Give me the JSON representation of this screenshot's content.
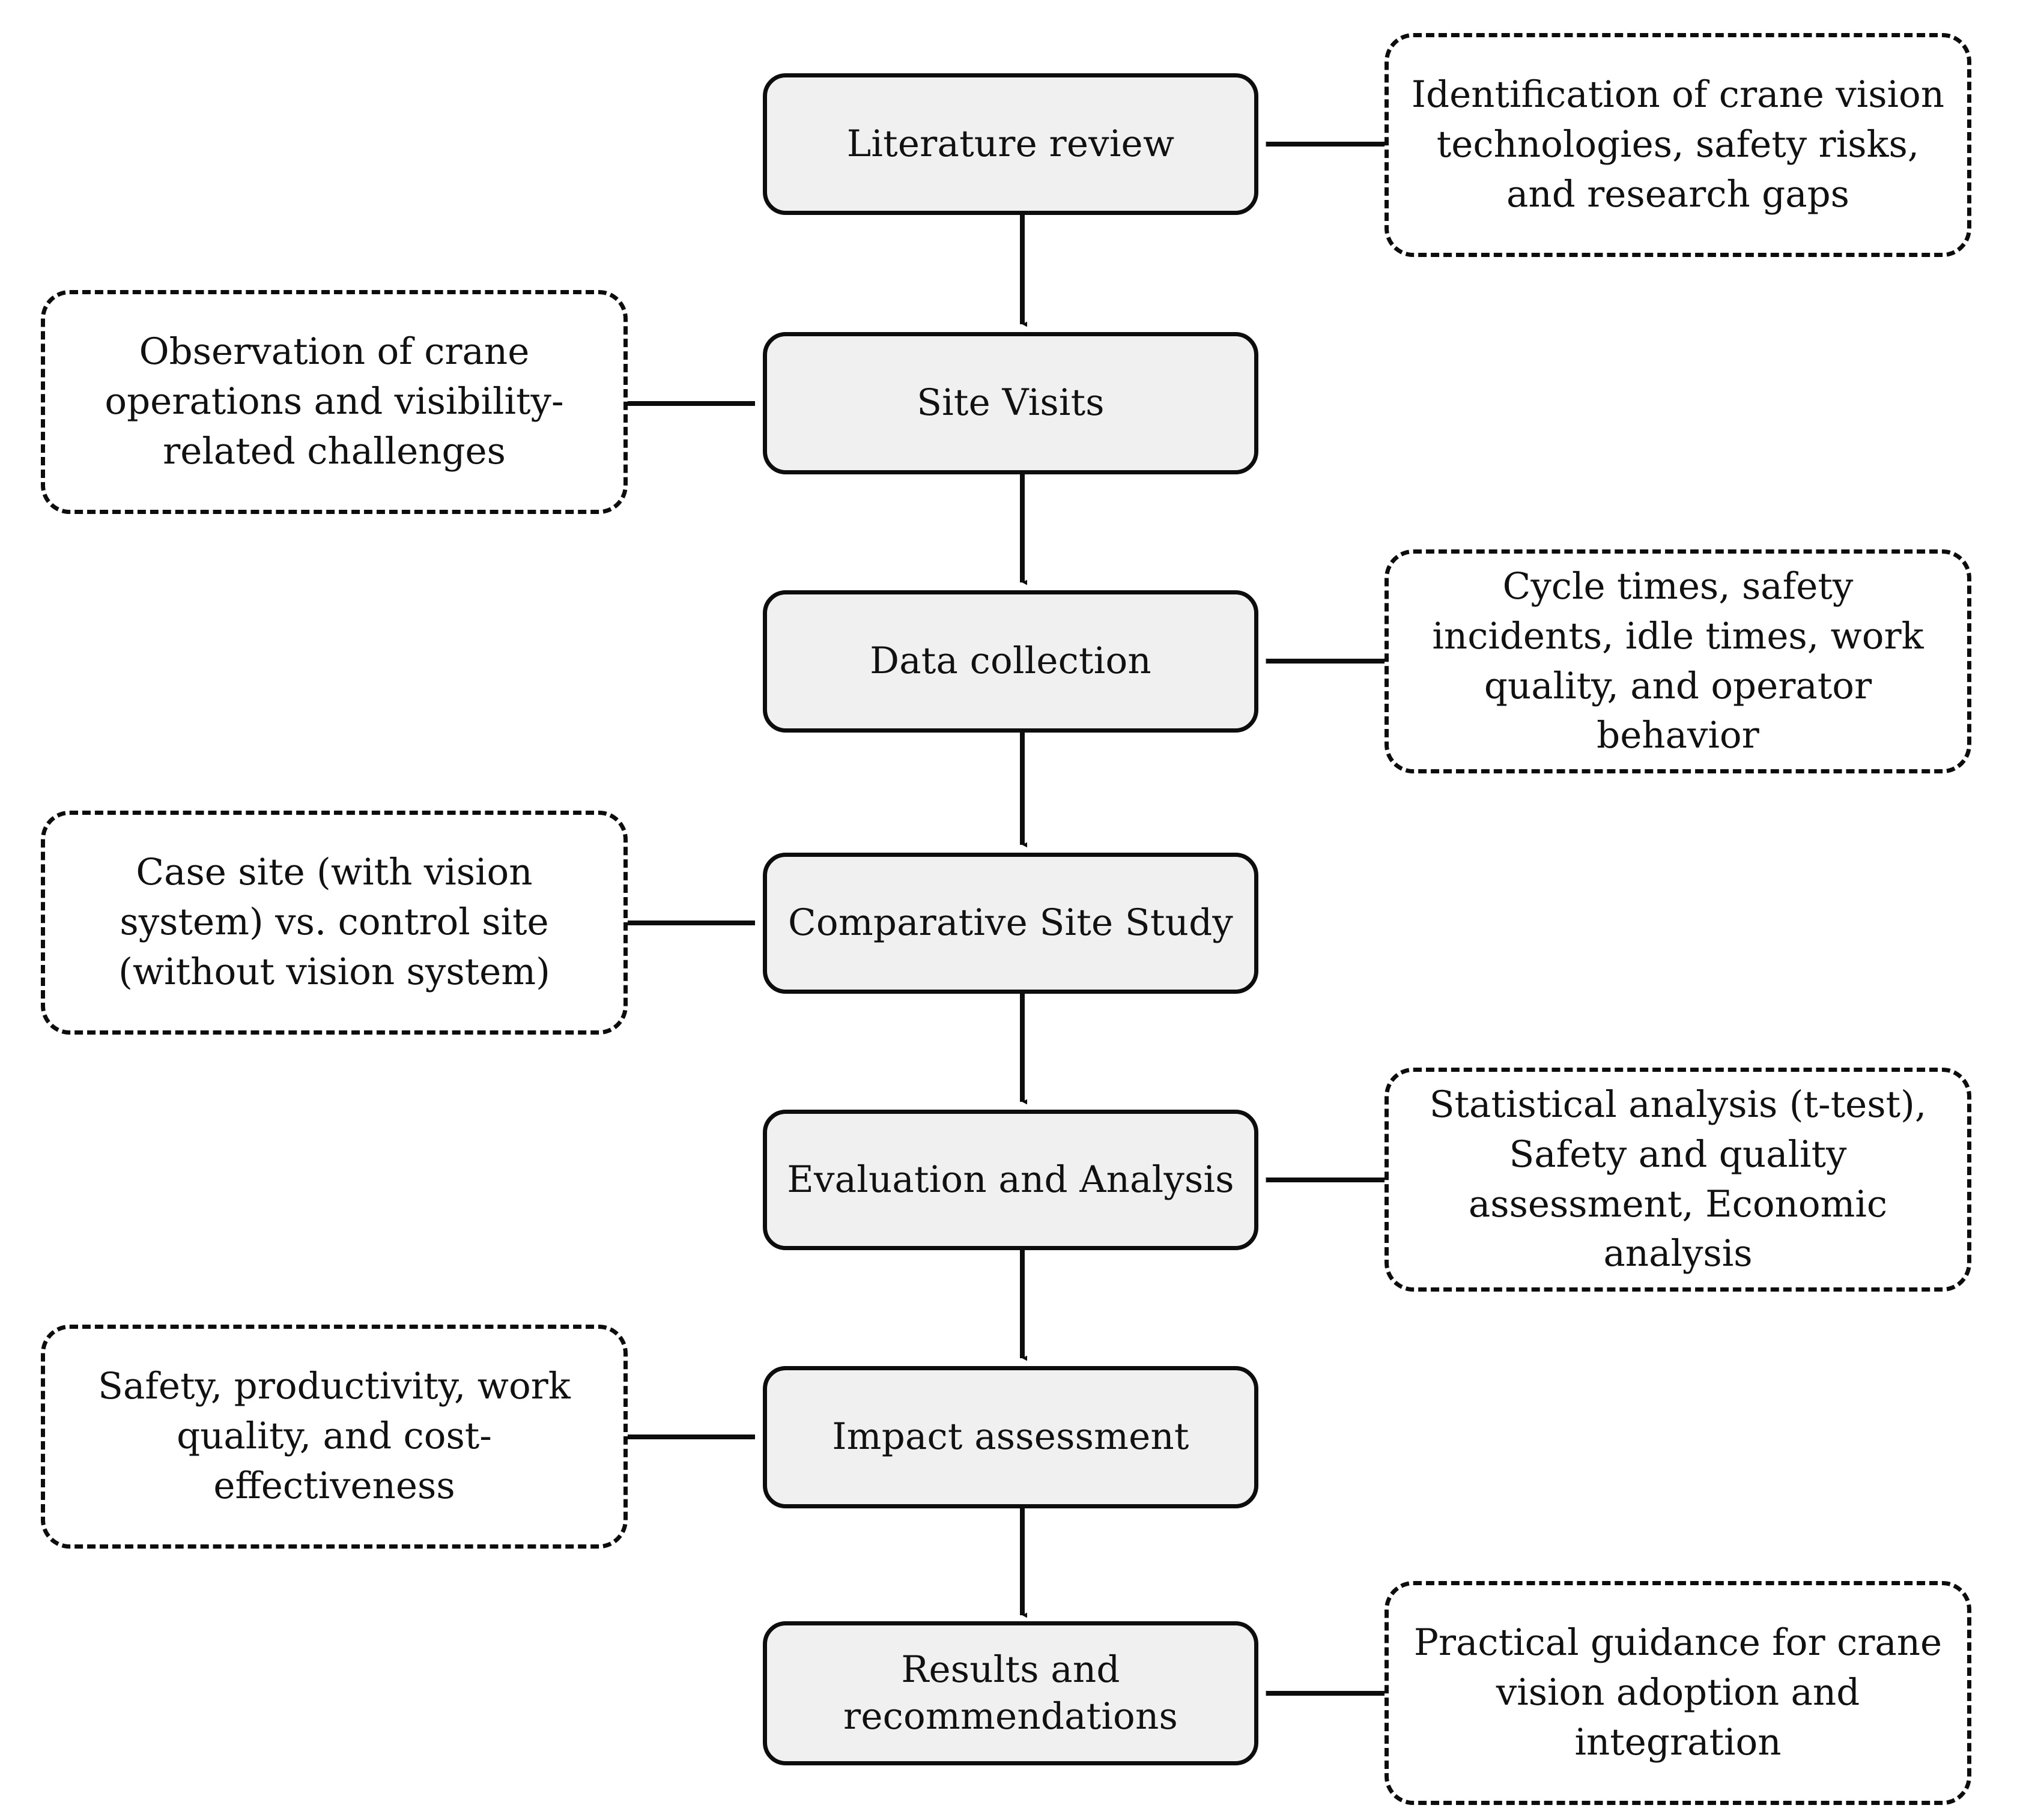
{
  "diagram": {
    "title": "Research methodology flowchart",
    "accent_color": "#0d0d0d",
    "process_fill": "#f0f0f0",
    "note_fill": "#ffffff",
    "steps": [
      {
        "id": "literature-review",
        "label": "Literature review"
      },
      {
        "id": "site-visits",
        "label": "Site Visits"
      },
      {
        "id": "data-collection",
        "label": "Data collection"
      },
      {
        "id": "comparative-site-study",
        "label": "Comparative Site Study"
      },
      {
        "id": "evaluation-and-analysis",
        "label": "Evaluation and Analysis"
      },
      {
        "id": "impact-assessment",
        "label": "Impact assessment"
      },
      {
        "id": "results-and-recommendations",
        "label": "Results and recommendations"
      }
    ],
    "notes": [
      {
        "id": "note-literature-review",
        "side": "right",
        "text": "Identification of crane vision technologies, safety risks, and research gaps"
      },
      {
        "id": "note-site-visits",
        "side": "left",
        "text": "Observation of crane operations and visibility-related challenges"
      },
      {
        "id": "note-data-collection",
        "side": "right",
        "text": "Cycle times, safety incidents, idle times, work quality, and operator behavior"
      },
      {
        "id": "note-comparative-study",
        "side": "left",
        "text": "Case site (with vision system) vs. control site (without vision system)"
      },
      {
        "id": "note-evaluation",
        "side": "right",
        "text": "Statistical analysis (t-test), Safety and quality assessment, Economic analysis"
      },
      {
        "id": "note-impact-assessment",
        "side": "left",
        "text": "Safety, productivity, work quality, and cost-effectiveness"
      },
      {
        "id": "note-results",
        "side": "right",
        "text": "Practical guidance for crane vision adoption and integration"
      }
    ],
    "flow_order": [
      "Literature review",
      "Site Visits",
      "Data collection",
      "Comparative Site Study",
      "Evaluation and Analysis",
      "Impact assessment",
      "Results and recommendations"
    ]
  }
}
